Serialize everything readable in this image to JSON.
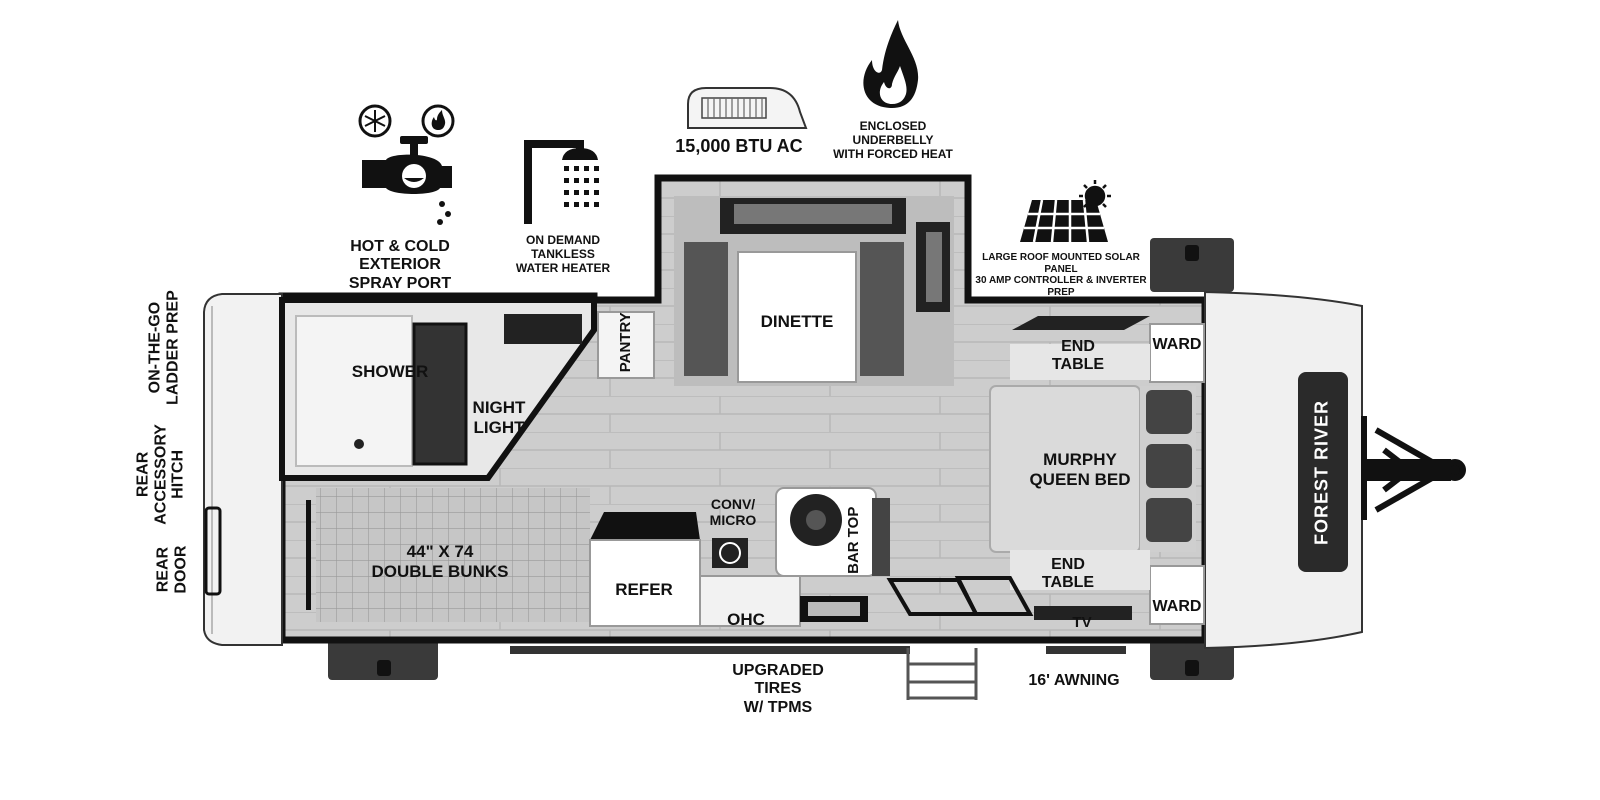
{
  "features": {
    "spray_port": "HOT & COLD EXTERIOR\nSPRAY PORT",
    "water_heater": "ON DEMAND\nTANKLESS\nWATER HEATER",
    "ac": "15,000 BTU AC",
    "underbelly": "ENCLOSED UNDERBELLY\nWITH FORCED HEAT",
    "solar": "LARGE ROOF MOUNTED SOLAR PANEL\n30 AMP CONTROLLER & INVERTER PREP",
    "tires": "UPGRADED TIRES\nW/ TPMS",
    "awning": "16' AWNING"
  },
  "rear_labels": {
    "ladder": "ON-THE-GO\nLADDER PREP",
    "hitch": "REAR\nACCESSORY\nHITCH",
    "door": "REAR\nDOOR"
  },
  "rooms": {
    "shower": "SHOWER",
    "night_light": "NIGHT\nLIGHT",
    "pantry": "PANTRY",
    "dinette": "DINETTE",
    "end_table_top": "END\nTABLE",
    "ward_top": "WARD",
    "bed": "MURPHY\nQUEEN BED",
    "end_table_bottom": "END\nTABLE",
    "ward_bottom": "WARD",
    "tv": "TV",
    "conv_micro": "CONV/\nMICRO",
    "bar_top": "BAR TOP",
    "bunks": "44\" X 74\nDOUBLE BUNKS",
    "refer": "REFER",
    "ohc": "OHC"
  },
  "brand": "FOREST RIVER",
  "icons": [
    "snowflake-icon",
    "flame-small-icon",
    "faucet-icon",
    "shower-icon",
    "ac-unit-icon",
    "flame-icon",
    "solar-panel-icon",
    "sun-icon",
    "toilet-icon",
    "stove-icon",
    "sink-icon",
    "step-icon"
  ],
  "colors": {
    "wall": "#111111",
    "floor": "#cfcfcf",
    "floor_light": "#e4e4e4",
    "bunk_grid": "#bdbdbd",
    "cap": "#f2f2f2",
    "tire": "#3a3a3a"
  }
}
